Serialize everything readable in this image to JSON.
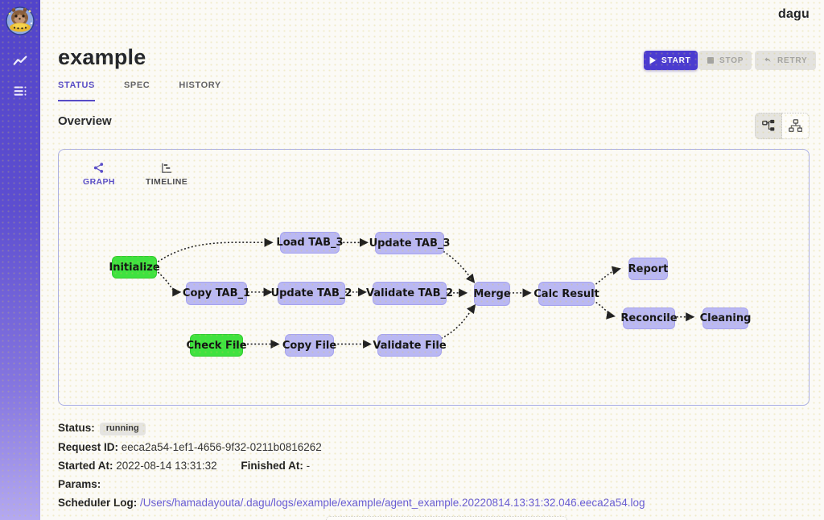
{
  "brand": "dagu",
  "header": {
    "title": "example",
    "buttons": {
      "start": "START",
      "stop": "STOP",
      "retry": "RETRY"
    }
  },
  "tabs": [
    {
      "label": "STATUS",
      "active": true
    },
    {
      "label": "SPEC",
      "active": false
    },
    {
      "label": "HISTORY",
      "active": false
    }
  ],
  "overview": {
    "title": "Overview"
  },
  "panel_tabs": [
    {
      "label": "GRAPH",
      "active": true
    },
    {
      "label": "TIMELINE",
      "active": false
    }
  ],
  "graph": {
    "nodes": [
      {
        "label": "Initialize",
        "status": "running"
      },
      {
        "label": "Load TAB_3",
        "status": "pending"
      },
      {
        "label": "Copy TAB_1",
        "status": "pending"
      },
      {
        "label": "Update TAB_3",
        "status": "pending"
      },
      {
        "label": "Update TAB_2",
        "status": "pending"
      },
      {
        "label": "Validate TAB_2",
        "status": "pending"
      },
      {
        "label": "Merge",
        "status": "pending"
      },
      {
        "label": "Calc Result",
        "status": "pending"
      },
      {
        "label": "Report",
        "status": "pending"
      },
      {
        "label": "Reconcile",
        "status": "pending"
      },
      {
        "label": "Cleaning",
        "status": "pending"
      },
      {
        "label": "Check File",
        "status": "running"
      },
      {
        "label": "Copy File",
        "status": "pending"
      },
      {
        "label": "Validate File",
        "status": "pending"
      }
    ],
    "edges": [
      [
        "Initialize",
        "Load TAB_3"
      ],
      [
        "Initialize",
        "Copy TAB_1"
      ],
      [
        "Load TAB_3",
        "Update TAB_3"
      ],
      [
        "Copy TAB_1",
        "Update TAB_2"
      ],
      [
        "Update TAB_2",
        "Validate TAB_2"
      ],
      [
        "Update TAB_3",
        "Merge"
      ],
      [
        "Validate TAB_2",
        "Merge"
      ],
      [
        "Validate File",
        "Merge"
      ],
      [
        "Check File",
        "Copy File"
      ],
      [
        "Copy File",
        "Validate File"
      ],
      [
        "Merge",
        "Calc Result"
      ],
      [
        "Calc Result",
        "Report"
      ],
      [
        "Calc Result",
        "Reconcile"
      ],
      [
        "Reconcile",
        "Cleaning"
      ]
    ]
  },
  "details": {
    "status_label": "Status:",
    "status_value": "running",
    "request_id_label": "Request ID:",
    "request_id": "eeca2a54-1ef1-4656-9f32-0211b0816262",
    "started_label": "Started At:",
    "started": "2022-08-14 13:31:32",
    "finished_label": "Finished At:",
    "finished": "-",
    "params_label": "Params:",
    "log_label": "Scheduler Log:",
    "log_path": "/Users/hamadayouta/.dagu/logs/example/example/agent_example.20220814.13:31:32.046.eeca2a54.log"
  },
  "colors": {
    "accent": "#4b3bd0",
    "tab_active": "#584cc6",
    "node_running": "#3fe23f",
    "node_pending": "#bab8f3",
    "panel_border": "#aaaee6",
    "link": "#675bd4",
    "sidebar_top": "#5244ca",
    "sidebar_bottom": "#b4a9f0"
  }
}
